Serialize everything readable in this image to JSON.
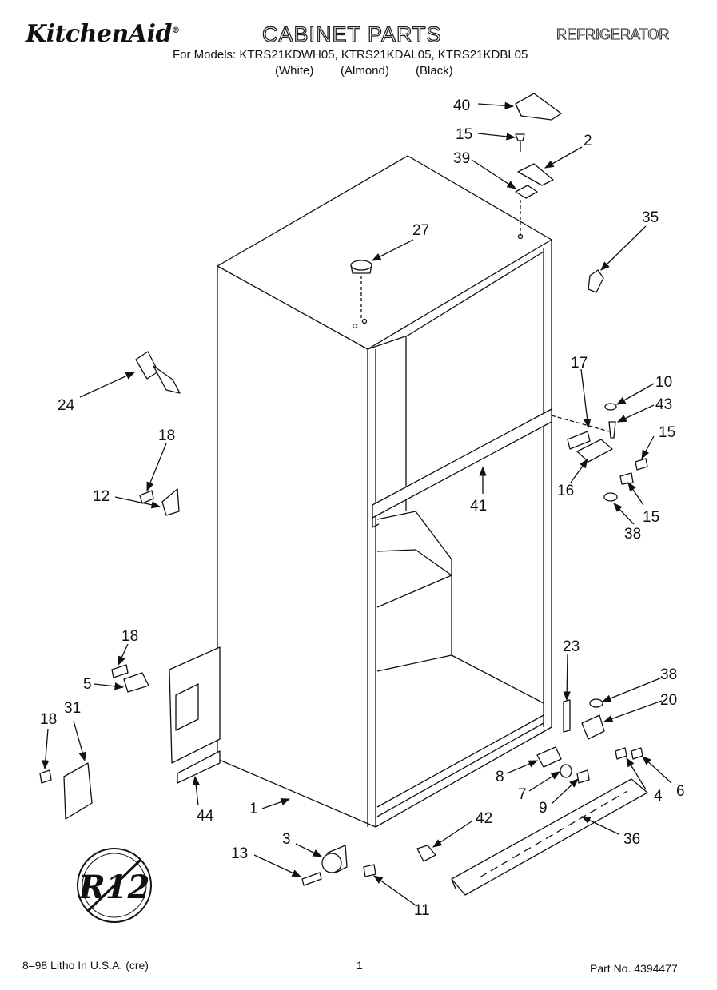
{
  "header": {
    "brand": "KitchenAid",
    "brand_mark": "®",
    "title": "CABINET PARTS",
    "category": "REFRIGERATOR",
    "models_line": "For Models: KTRS21KDWH05, KTRS21KDAL05, KTRS21KDBL05",
    "variants": [
      "(White)",
      "(Almond)",
      "(Black)"
    ]
  },
  "callouts": [
    "40",
    "15",
    "2",
    "39",
    "35",
    "27",
    "17",
    "10",
    "43",
    "15",
    "24",
    "18",
    "12",
    "41",
    "16",
    "15",
    "38",
    "18",
    "5",
    "23",
    "38",
    "20",
    "31",
    "18",
    "8",
    "6",
    "7",
    "4",
    "9",
    "44",
    "1",
    "42",
    "36",
    "3",
    "13",
    "11"
  ],
  "symbol": {
    "text": "R12",
    "icon": "no-r12-icon"
  },
  "footer": {
    "litho": "8–98 Litho In U.S.A. (cre)",
    "page": "1",
    "part_no": "Part No. 4394477"
  },
  "colors": {
    "line": "#111111",
    "paper": "#ffffff"
  }
}
